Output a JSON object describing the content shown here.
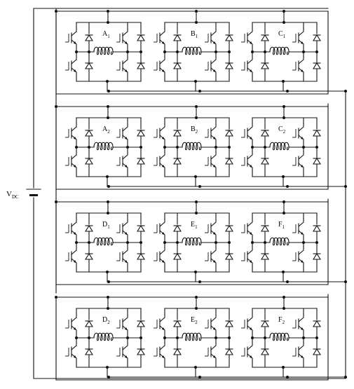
{
  "source": {
    "label_main": "V",
    "label_sub": "DC"
  },
  "groups": [
    {
      "cells": [
        {
          "letter": "A",
          "index": "1"
        },
        {
          "letter": "B",
          "index": "1"
        },
        {
          "letter": "C",
          "index": "1"
        }
      ]
    },
    {
      "cells": [
        {
          "letter": "A",
          "index": "2"
        },
        {
          "letter": "B",
          "index": "2"
        },
        {
          "letter": "C",
          "index": "2"
        }
      ]
    },
    {
      "cells": [
        {
          "letter": "D",
          "index": "1"
        },
        {
          "letter": "E",
          "index": "1"
        },
        {
          "letter": "F",
          "index": "1"
        }
      ]
    },
    {
      "cells": [
        {
          "letter": "D",
          "index": "2"
        },
        {
          "letter": "E",
          "index": "2"
        },
        {
          "letter": "F",
          "index": "2"
        }
      ]
    }
  ]
}
